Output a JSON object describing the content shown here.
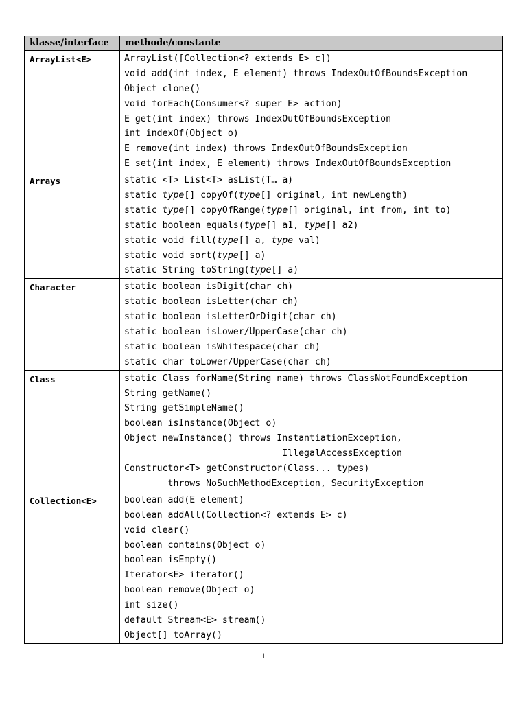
{
  "header": {
    "col1": "klasse/interface",
    "col2": "methode/constante"
  },
  "rows": [
    {
      "klass": "ArrayList<E>",
      "methods": [
        "ArrayList([Collection<? extends E> c])",
        "void add(int index, E element) throws IndexOutOfBoundsException",
        "Object clone()",
        "void forEach(Consumer<? super E> action)",
        "E get(int index) throws IndexOutOfBoundsException",
        "int indexOf(Object o)",
        "E remove(int index) throws IndexOutOfBoundsException",
        "E set(int index, E element) throws IndexOutOfBoundsException"
      ]
    },
    {
      "klass": "Arrays",
      "methods": [
        "static <T> List<T> asList(T… a)",
        "static *type*[] copyOf(*type*[] original, int newLength)",
        "static *type*[] copyOfRange(*type*[] original, int from, int to)",
        "static boolean equals(*type*[] a1, *type*[] a2)",
        "static void fill(*type*[] a, *type* val)",
        "static void sort(*type*[] a)",
        "static String toString(*type*[] a)"
      ]
    },
    {
      "klass": "Character",
      "methods": [
        "static boolean isDigit(char ch)",
        "static boolean isLetter(char ch)",
        "static boolean isLetterOrDigit(char ch)",
        "static boolean isLower/UpperCase(char ch)",
        "static boolean isWhitespace(char ch)",
        "static char toLower/UpperCase(char ch)"
      ]
    },
    {
      "klass": "Class",
      "methods": [
        "static Class forName(String name) throws ClassNotFoundException",
        "String getName()",
        "String getSimpleName()",
        "boolean isInstance(Object o)",
        "Object newInstance() throws InstantiationException,",
        "                             IllegalAccessException",
        "Constructor<T> getConstructor(Class... types)",
        "        throws NoSuchMethodException, SecurityException"
      ]
    },
    {
      "klass": "Collection<E>",
      "methods": [
        "boolean add(E element)",
        "boolean addAll(Collection<? extends E> c)",
        "void clear()",
        "boolean contains(Object o)",
        "boolean isEmpty()",
        "Iterator<E> iterator()",
        "boolean remove(Object o)",
        "int size()",
        "default Stream<E> stream()",
        "Object[] toArray()"
      ]
    }
  ],
  "page_number": "1"
}
